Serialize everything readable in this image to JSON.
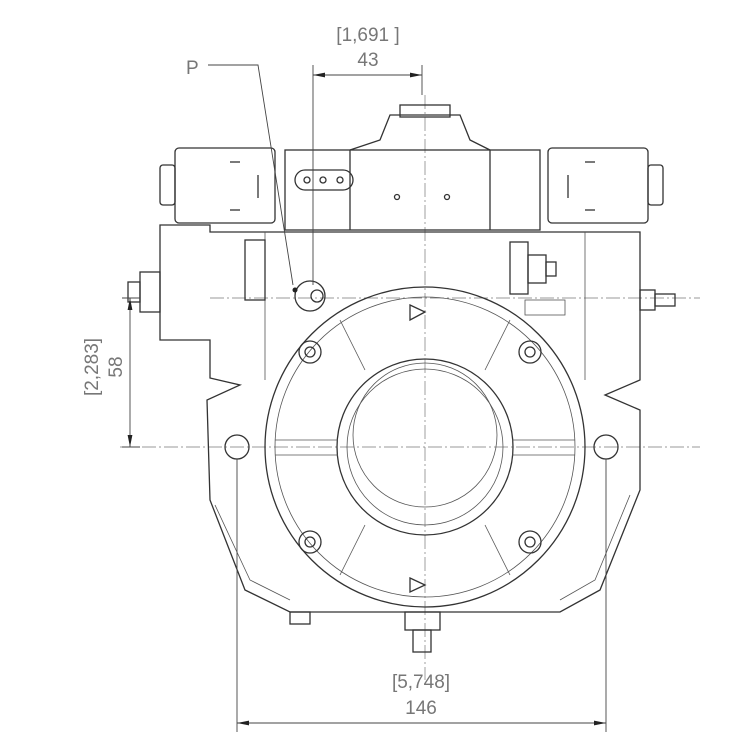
{
  "dimensions": {
    "top_inch": "[1,691 ]",
    "top_mm": "43",
    "left_inch": "[2,283]",
    "left_mm": "58",
    "bottom_inch": "[5,748]",
    "bottom_mm": "146"
  },
  "labels": {
    "port": "P"
  }
}
